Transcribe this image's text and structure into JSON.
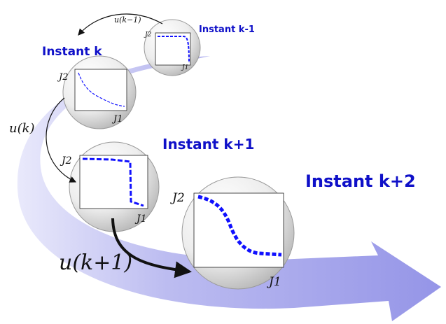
{
  "instants": {
    "prev": "Instant  k-1",
    "current": "Instant k",
    "next": "Instant k+1",
    "next2": "Instant k+2"
  },
  "controls": {
    "u_prev": "u(k−1)",
    "u_current": "u(k)",
    "u_next": "u(k+1)"
  },
  "axes": {
    "j1": "J1",
    "j2": "J2"
  },
  "colors": {
    "label_blue": "#0f10c8",
    "curve_blue": "#1010ff",
    "arrow_fill": "#a6a6ec"
  }
}
